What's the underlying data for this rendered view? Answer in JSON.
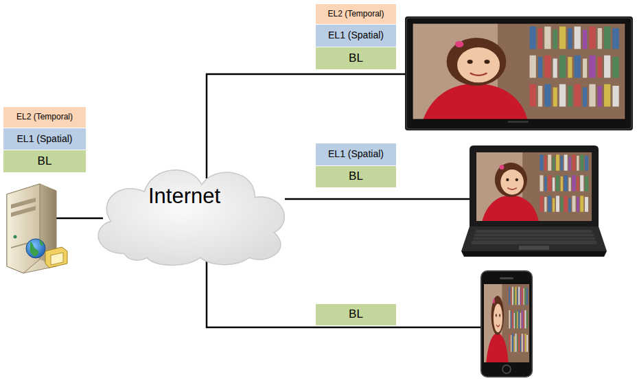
{
  "diagram": {
    "nodes": [
      {
        "text": [
          "EL2 (Temporal)"
        ]
      },
      {
        "text": [
          "EL1 (Spatial)"
        ]
      },
      {
        "text": [
          "BL"
        ]
      },
      {
        "text": [
          "Internet"
        ]
      },
      {
        "text": [
          "EL2 (Temporal)"
        ]
      },
      {
        "text": [
          "EL1 (Spatial)"
        ]
      },
      {
        "text": [
          "BL"
        ]
      },
      {
        "text": [
          "EL1 (Spatial)"
        ]
      },
      {
        "text": [
          "BL"
        ]
      },
      {
        "text": [
          "BL"
        ]
      }
    ]
  }
}
